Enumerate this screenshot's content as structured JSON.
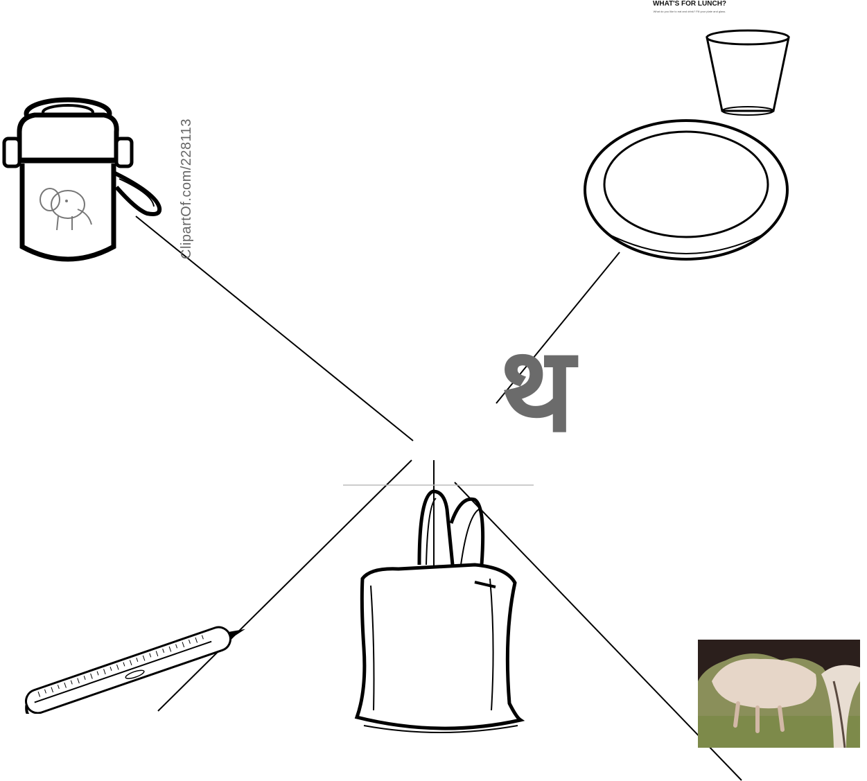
{
  "center": {
    "letter": "थ"
  },
  "pictures": {
    "bottle": {
      "icon": "sipper-bottle-icon",
      "watermark": "ClipartOf.com/228113"
    },
    "plate": {
      "icon": "plate-and-glass-icon",
      "title": "WHAT'S FOR LUNCH?",
      "subtitle": "What do you like to eat and drink? Fill your plate and glass."
    },
    "thermometer": {
      "icon": "thermometer-icon"
    },
    "bag": {
      "icon": "bag-icon"
    },
    "cow": {
      "icon": "cow-udder-photo"
    }
  },
  "colors": {
    "letter": "#6b6b6b",
    "lines": "#000000",
    "grass": "#8a8f5a",
    "cow_dark": "#2b1f1c",
    "cow_light": "#e6d6c8"
  }
}
